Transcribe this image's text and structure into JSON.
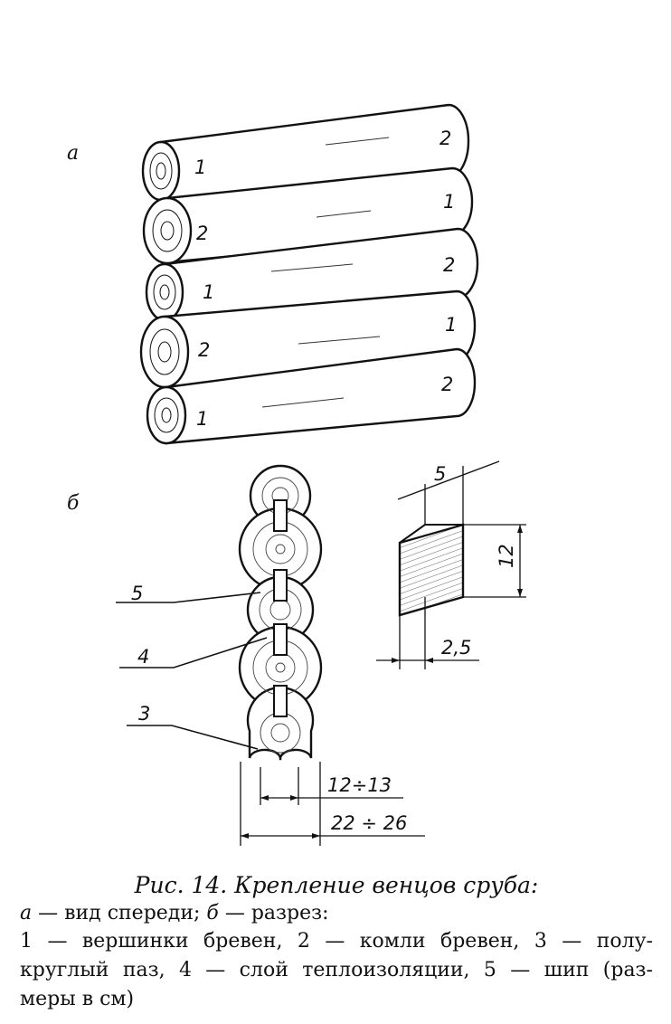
{
  "panels": {
    "a": {
      "label": "а",
      "log_marks_right": [
        "2",
        "1",
        "2",
        "1",
        "2"
      ],
      "log_marks_left": [
        "1",
        "2",
        "1",
        "2",
        "1"
      ]
    },
    "b": {
      "label": "б",
      "callouts": [
        "5",
        "4",
        "3"
      ],
      "dims": {
        "inner_width": "12÷13",
        "outer_width": "22 ÷ 26"
      }
    }
  },
  "tenon": {
    "thickness": "5",
    "height": "12",
    "depth": "2,5"
  },
  "caption": {
    "title": "Рис. 14. Крепление венцов сруба:",
    "legend_a_key": "а",
    "legend_a_text": " — вид спереди; ",
    "legend_b_key": "б",
    "legend_b_text": " — разрез:",
    "line2": "1 — вершинки бревен, 2 — комли бревен, 3 — полу-",
    "line3": "круглый паз, 4 — слой теплоизоляции, 5 — шип (раз-",
    "line4": "меры в см)"
  },
  "colors": {
    "ink": "#111111",
    "paper": "#ffffff",
    "wood_hatch": "#555555"
  }
}
